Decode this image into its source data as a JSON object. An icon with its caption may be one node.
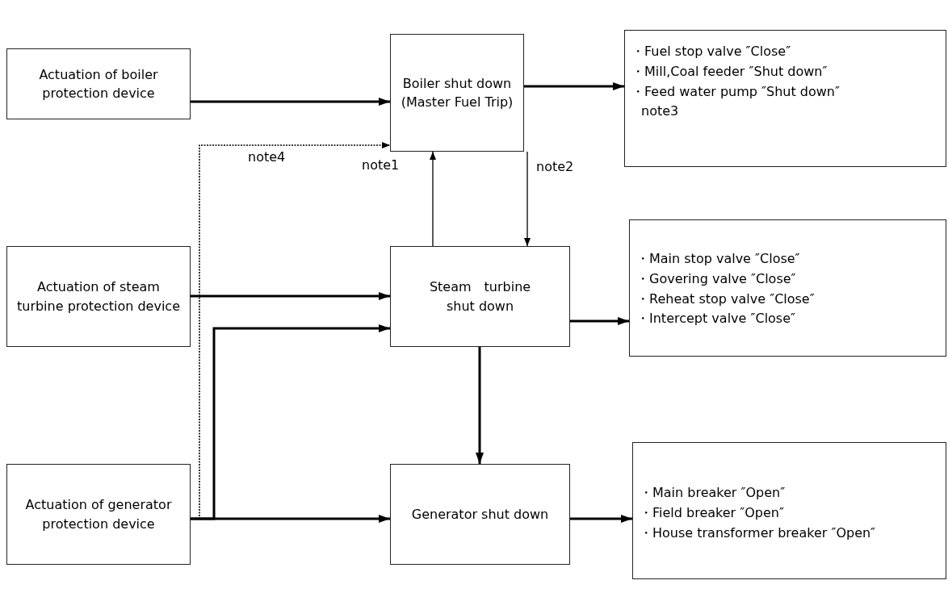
{
  "diagram": {
    "nodes": [
      {
        "text": [
          "Actuation of boiler protection device"
        ]
      },
      {
        "text": [
          "Boiler shut down (Master Fuel Trip)"
        ]
      },
      {
        "text": [
          "・Fuel stop valve ″Close″",
          "・Mill,Coal feeder ″Shut down″",
          "・Feed water pump ″Shut down″",
          "note3"
        ]
      },
      {
        "text": [
          "Actuation of steam turbine protection device"
        ]
      },
      {
        "text": [
          "Steam　turbine shut down"
        ]
      },
      {
        "text": [
          "・Main stop valve ″Close″",
          "・Govering valve ″Close″",
          "・Reheat stop valve ″Close″",
          "・Intercept valve ″Close″"
        ]
      },
      {
        "text": [
          "Actuation of generator protection device"
        ]
      },
      {
        "text": [
          "Generator shut down"
        ]
      },
      {
        "text": [
          "・Main breaker ″Open″",
          "・Field breaker ″Open″",
          "・House transformer breaker ″Open″"
        ]
      }
    ],
    "edges": [
      {
        "from": 0,
        "to": 1,
        "arrow": "to"
      },
      {
        "from": 6,
        "to": 1,
        "arrow": "to",
        "style": "dashed",
        "label": "note4"
      },
      {
        "from": 1,
        "to": 2,
        "arrow": "to"
      },
      {
        "from": 4,
        "to": 1,
        "arrow": "to",
        "label": "note1"
      },
      {
        "from": 1,
        "to": 4,
        "arrow": "to",
        "label": "note2"
      },
      {
        "from": 3,
        "to": 4,
        "arrow": "to"
      },
      {
        "from": 6,
        "to": 4,
        "arrow": "to"
      },
      {
        "from": 4,
        "to": 5,
        "arrow": "to"
      },
      {
        "from": 4,
        "to": 7,
        "arrow": "to"
      },
      {
        "from": 6,
        "to": 7,
        "arrow": "to"
      },
      {
        "from": 7,
        "to": 8,
        "arrow": "to"
      }
    ]
  }
}
